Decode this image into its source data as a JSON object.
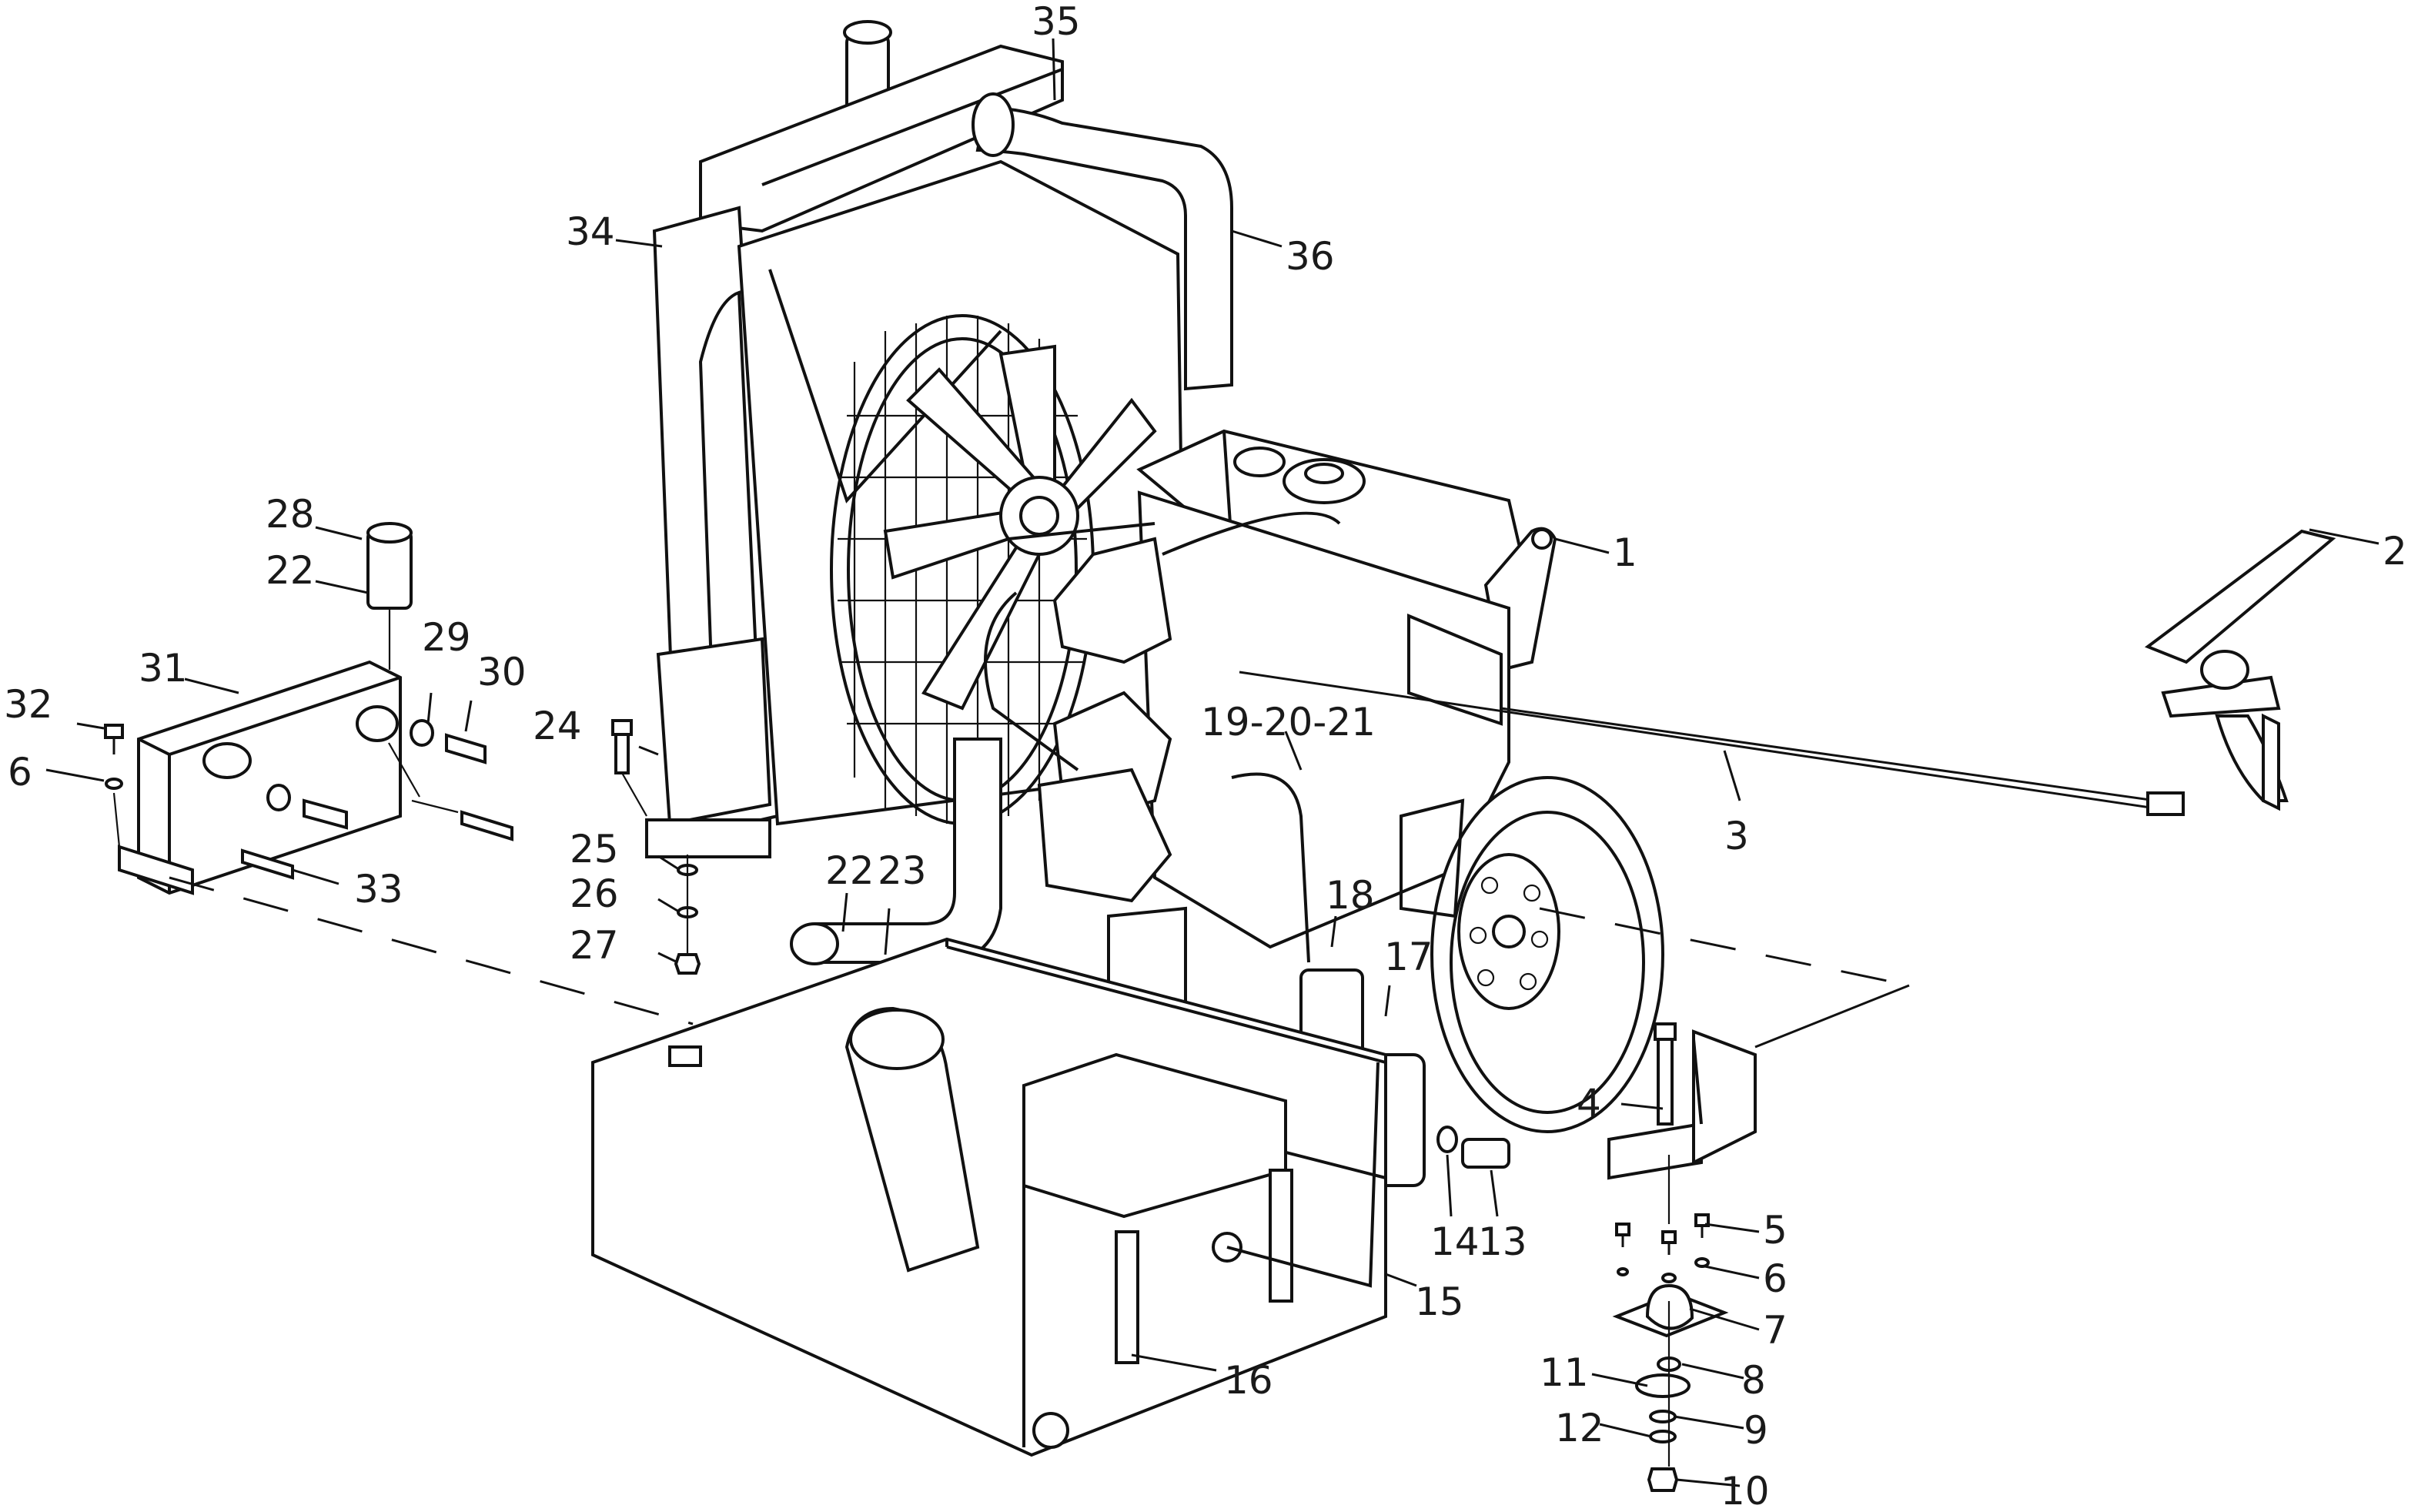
{
  "diagram": {
    "labels": [
      {
        "id": "1",
        "text": "1"
      },
      {
        "id": "2",
        "text": "2"
      },
      {
        "id": "3",
        "text": "3"
      },
      {
        "id": "4",
        "text": "4"
      },
      {
        "id": "5",
        "text": "5"
      },
      {
        "id": "6a",
        "text": "6"
      },
      {
        "id": "6b",
        "text": "6"
      },
      {
        "id": "7",
        "text": "7"
      },
      {
        "id": "8",
        "text": "8"
      },
      {
        "id": "9",
        "text": "9"
      },
      {
        "id": "10",
        "text": "10"
      },
      {
        "id": "11",
        "text": "11"
      },
      {
        "id": "12",
        "text": "12"
      },
      {
        "id": "13",
        "text": "13"
      },
      {
        "id": "14",
        "text": "14"
      },
      {
        "id": "15",
        "text": "15"
      },
      {
        "id": "16",
        "text": "16"
      },
      {
        "id": "17",
        "text": "17"
      },
      {
        "id": "18",
        "text": "18"
      },
      {
        "id": "19-20-21",
        "text": "19-20-21"
      },
      {
        "id": "22a",
        "text": "22"
      },
      {
        "id": "22b",
        "text": "22"
      },
      {
        "id": "23",
        "text": "23"
      },
      {
        "id": "24",
        "text": "24"
      },
      {
        "id": "25",
        "text": "25"
      },
      {
        "id": "26",
        "text": "26"
      },
      {
        "id": "27",
        "text": "27"
      },
      {
        "id": "28",
        "text": "28"
      },
      {
        "id": "29",
        "text": "29"
      },
      {
        "id": "30",
        "text": "30"
      },
      {
        "id": "31",
        "text": "31"
      },
      {
        "id": "32",
        "text": "32"
      },
      {
        "id": "33",
        "text": "33"
      },
      {
        "id": "34",
        "text": "34"
      },
      {
        "id": "35",
        "text": "35"
      },
      {
        "id": "36",
        "text": "36"
      }
    ]
  }
}
